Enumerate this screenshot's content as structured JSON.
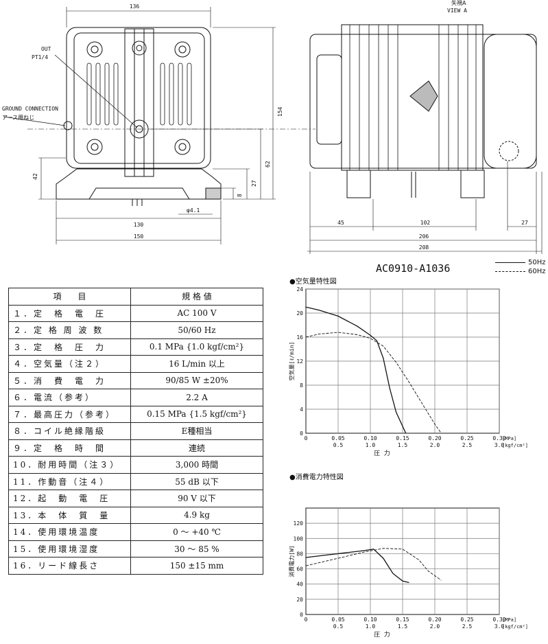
{
  "drawing": {
    "view_label_jp": "矢視A",
    "view_label_en": "VIEW A",
    "out_label": "OUT",
    "out_thread": "PT1/4",
    "ground_label": "GROUND CONNECTION",
    "ground_label_jp": "アース用ねじ",
    "dims": {
      "top_width": "136",
      "height_total": "154",
      "dim_62": "62",
      "dim_27": "27",
      "dim_8": "8",
      "dim_42": "42",
      "hole": "φ4.1",
      "base_130": "130",
      "base_150": "150",
      "side_45": "45",
      "side_102": "102",
      "side_27": "27",
      "side_206": "206",
      "side_208": "208"
    }
  },
  "model": "AC0910-A1036",
  "legend": {
    "line_50": "50Hz",
    "line_60": "60Hz"
  },
  "spec_table": {
    "header_item": "項　　目",
    "header_value": "規 格 値",
    "rows": [
      {
        "item": "１．定　格　電　圧",
        "value": "AC 100 V"
      },
      {
        "item": "２．定 格 周 波 数",
        "value": "50/60 Hz"
      },
      {
        "item": "３．定　格　圧　力",
        "value": "0.1 MPa {1.0 kgf/cm²}"
      },
      {
        "item": "４．空気量（注２）",
        "value": "16 L/min 以上"
      },
      {
        "item": "５．消　費　電　力",
        "value": "90/85 W ±20%"
      },
      {
        "item": "６．電流（参考）",
        "value": "2.2 A"
      },
      {
        "item": "７．最高圧力（参考）",
        "value": "0.15 MPa {1.5 kgf/cm²}"
      },
      {
        "item": "８．コイル絶縁階級",
        "value": "E種相当"
      },
      {
        "item": "９．定　格　時　間",
        "value": "連続"
      },
      {
        "item": "10．耐用時間（注３）",
        "value": "3,000 時間"
      },
      {
        "item": "11．作動音（注４）",
        "value": "55 dB 以下"
      },
      {
        "item": "12．起　動　電　圧",
        "value": "90 V 以下"
      },
      {
        "item": "13．本　体　質　量",
        "value": "4.9 kg"
      },
      {
        "item": "14．使用環境温度",
        "value": "0 ～ +40 ℃"
      },
      {
        "item": "15．使用環境湿度",
        "value": "30 ～ 85 %"
      },
      {
        "item": "16．リード線長さ",
        "value": "150 ±15 mm"
      }
    ]
  },
  "chart_data": [
    {
      "type": "line",
      "title": "●空気量特性図",
      "ylabel": "空気量[ℓ/min]",
      "xlabel": "圧 力",
      "x_unit_1": "[MPa]",
      "x_unit_2": "[kgf/cm²]",
      "xlim": [
        0,
        0.3
      ],
      "ylim": [
        0,
        24
      ],
      "x_ticks_mpa": [
        "0",
        "0.05",
        "0.10",
        "0.15",
        "0.20",
        "0.25",
        "0.30"
      ],
      "x_ticks_kgf": [
        "0.5",
        "1.0",
        "1.5",
        "2.0",
        "2.5",
        "3.0"
      ],
      "y_ticks": [
        "0",
        "4",
        "8",
        "12",
        "16",
        "20",
        "24"
      ],
      "grid": true,
      "series": [
        {
          "name": "50Hz",
          "dash": false,
          "x": [
            0,
            0.02,
            0.05,
            0.08,
            0.1,
            0.11,
            0.12,
            0.13,
            0.14,
            0.155
          ],
          "y": [
            21,
            20.5,
            19.5,
            17.8,
            16.3,
            15.4,
            12.5,
            7.5,
            3.5,
            0
          ]
        },
        {
          "name": "60Hz",
          "dash": true,
          "x": [
            0,
            0.02,
            0.05,
            0.08,
            0.1,
            0.12,
            0.14,
            0.16,
            0.18,
            0.2,
            0.21
          ],
          "y": [
            16.0,
            16.5,
            16.8,
            16.4,
            15.8,
            14.5,
            11.8,
            8.5,
            5.0,
            1.5,
            0
          ]
        }
      ]
    },
    {
      "type": "line",
      "title": "●消費電力特性図",
      "ylabel": "消費電力[W]",
      "xlabel": "圧 力",
      "x_unit_1": "[MPa]",
      "x_unit_2": "[kgf/cm²]",
      "xlim": [
        0,
        0.3
      ],
      "ylim": [
        0,
        140
      ],
      "x_ticks_mpa": [
        "0",
        "0.05",
        "0.10",
        "0.15",
        "0.20",
        "0.25",
        "0.30"
      ],
      "x_ticks_kgf": [
        "0.5",
        "1.0",
        "1.5",
        "2.0",
        "2.5",
        "3.0"
      ],
      "y_ticks": [
        "0",
        "20",
        "40",
        "60",
        "80",
        "100",
        "120"
      ],
      "grid": true,
      "series": [
        {
          "name": "50Hz",
          "dash": false,
          "x": [
            0,
            0.03,
            0.06,
            0.09,
            0.105,
            0.12,
            0.135,
            0.15,
            0.16
          ],
          "y": [
            75,
            78,
            81,
            84,
            86,
            74,
            54,
            44,
            42
          ]
        },
        {
          "name": "60Hz",
          "dash": true,
          "x": [
            0,
            0.03,
            0.06,
            0.09,
            0.12,
            0.15,
            0.175,
            0.19,
            0.21
          ],
          "y": [
            64,
            70,
            76,
            82,
            87,
            86,
            72,
            57,
            45
          ]
        }
      ]
    }
  ]
}
